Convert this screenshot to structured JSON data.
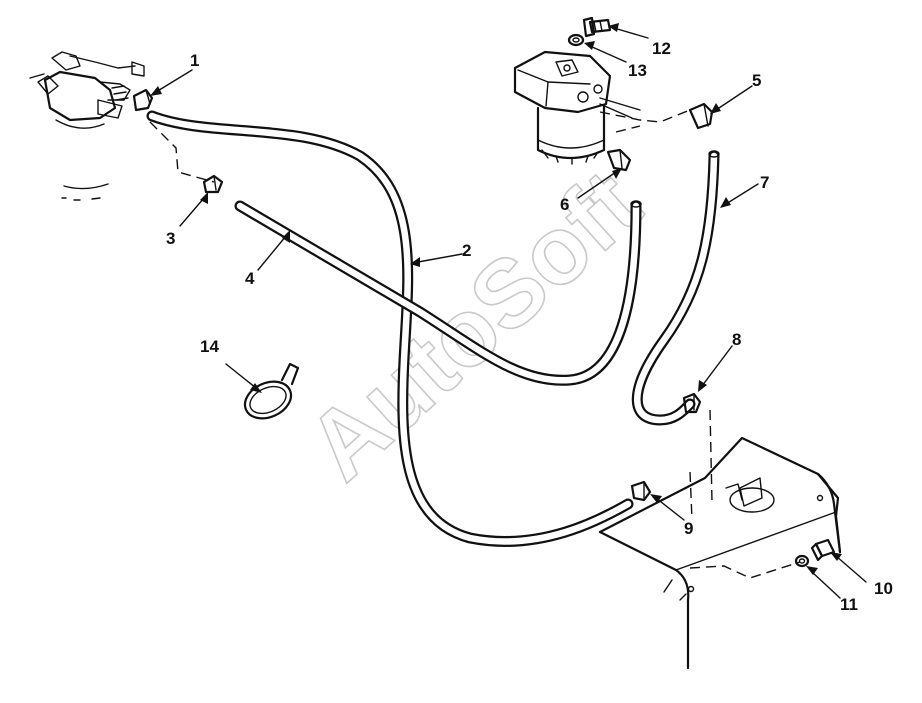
{
  "watermark": "AutoSoft",
  "callouts": [
    {
      "id": "1",
      "label": "1"
    },
    {
      "id": "2",
      "label": "2"
    },
    {
      "id": "3",
      "label": "3"
    },
    {
      "id": "4",
      "label": "4"
    },
    {
      "id": "5",
      "label": "5"
    },
    {
      "id": "6",
      "label": "6"
    },
    {
      "id": "7",
      "label": "7"
    },
    {
      "id": "8",
      "label": "8"
    },
    {
      "id": "9",
      "label": "9"
    },
    {
      "id": "10",
      "label": "10"
    },
    {
      "id": "11",
      "label": "11"
    },
    {
      "id": "12",
      "label": "12"
    },
    {
      "id": "13",
      "label": "13"
    },
    {
      "id": "14",
      "label": "14"
    }
  ],
  "colors": {
    "line": "#111111",
    "watermark": "#c9c9c9",
    "background": "#ffffff"
  }
}
